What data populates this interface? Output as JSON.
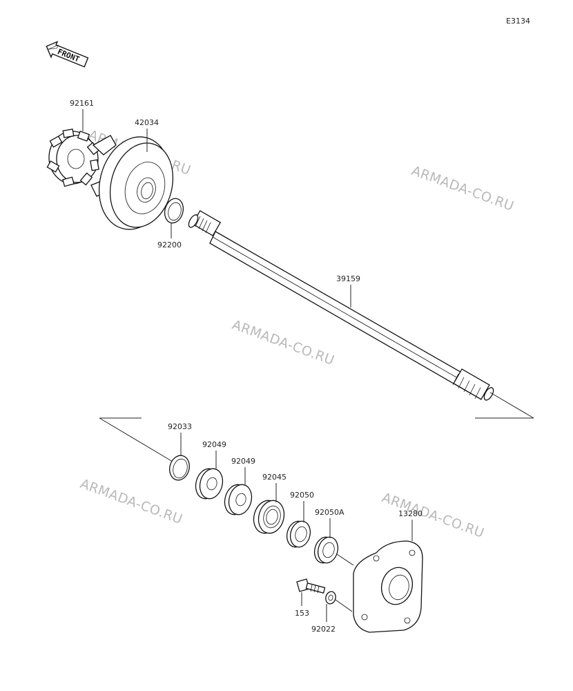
{
  "diagram_code": "E3134",
  "front_badge": "FRONT",
  "watermark_text": "ARMADA-CO.RU",
  "colors": {
    "line": "#111111",
    "watermark": "#b9b9b9",
    "background": "#ffffff"
  },
  "parts": {
    "p92161": "92161",
    "p42034": "42034",
    "p92200": "92200",
    "p39159": "39159",
    "p92033": "92033",
    "p92049a": "92049",
    "p92049b": "92049",
    "p92045": "92045",
    "p92050": "92050",
    "p92050A": "92050A",
    "p13280": "13280",
    "p153": "153",
    "p92022": "92022"
  }
}
